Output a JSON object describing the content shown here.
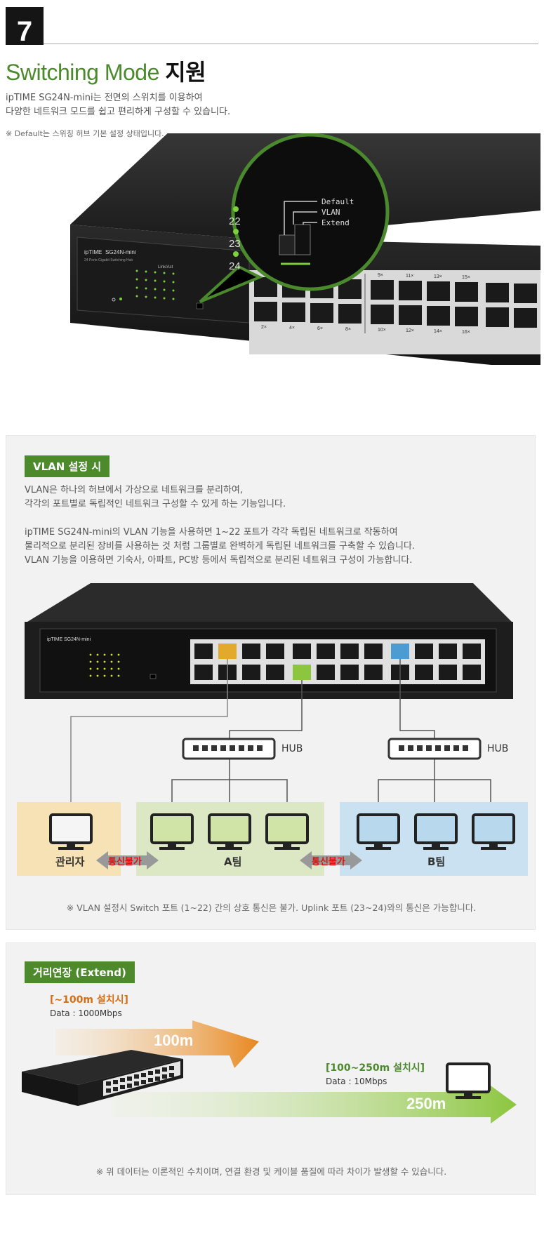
{
  "section": {
    "number": "7",
    "title_en": "Switching Mode",
    "title_ko": "지원",
    "intro_line1": "ipTIME SG24N-mini는 전면의 스위치를 이용하여",
    "intro_line2": "다양한 네트워크 모드를 쉽고 편리하게 구성할 수 있습니다.",
    "note": "※ Default는 스위칭 허브 기본 설정 상태입니다."
  },
  "hero": {
    "brand": "ipTIME",
    "model": "SG24N-mini",
    "subtitle": "24 Ports Gigabit Switching Hub",
    "link_act": "Link/Act",
    "zoom_ports": [
      "22",
      "23",
      "24"
    ],
    "mode_options": [
      "Default",
      "VLAN",
      "Extend"
    ],
    "top_port_labels": [
      "9×",
      "11×",
      "13×",
      "15×"
    ],
    "bottom_port_labels": [
      "2×",
      "4×",
      "6×",
      "8×",
      "10×",
      "12×",
      "14×",
      "16×"
    ]
  },
  "vlan": {
    "badge": "VLAN 설정 시",
    "para1_line1": "VLAN은 하나의 허브에서 가상으로 네트워크를 분리하여,",
    "para1_line2": "각각의 포트별로 독립적인 네트워크 구성할 수 있게 하는 기능입니다.",
    "para2_line1": "ipTIME SG24N-mini의 VLAN 기능을 사용하면 1~22 포트가 각각 독립된 네트워크로 작동하여",
    "para2_line2": "물리적으로 분리된 장비를 사용하는 것 처럼 그룹별로 완벽하게 독립된 네트워크를 구축할 수 있습니다.",
    "para2_line3": "VLAN 기능을 이용하면 기숙사, 아파트, PC방 등에서 독립적으로 분리된 네트워크 구성이 가능합니다.",
    "hub_label": "HUB",
    "zones": [
      "관리자",
      "A팀",
      "B팀"
    ],
    "no_comm": "통신불가",
    "footnote": "※ VLAN 설정시 Switch 포트 (1~22) 간의 상호 통신은 불가. Uplink 포트 (23~24)와의 통신은 가능합니다.",
    "colors": {
      "manager": "#f7e2b5",
      "team_a": "#dbe8c3",
      "team_b": "#c9e1f0"
    }
  },
  "extend": {
    "badge": "거리연장 (Extend)",
    "short_label": "[~100m 설치시]",
    "short_data": "Data : 1000Mbps",
    "short_dist": "100m",
    "long_label": "[100~250m 설치시]",
    "long_data": "Data : 10Mbps",
    "long_dist": "250m",
    "footnote": "※ 위 데이터는 이론적인 수치이며, 연결 환경 및 케이블 품질에 따라 차이가 발생할 수 있습니다.",
    "colors": {
      "orange": "#e8871e",
      "green": "#8cc63f"
    }
  }
}
